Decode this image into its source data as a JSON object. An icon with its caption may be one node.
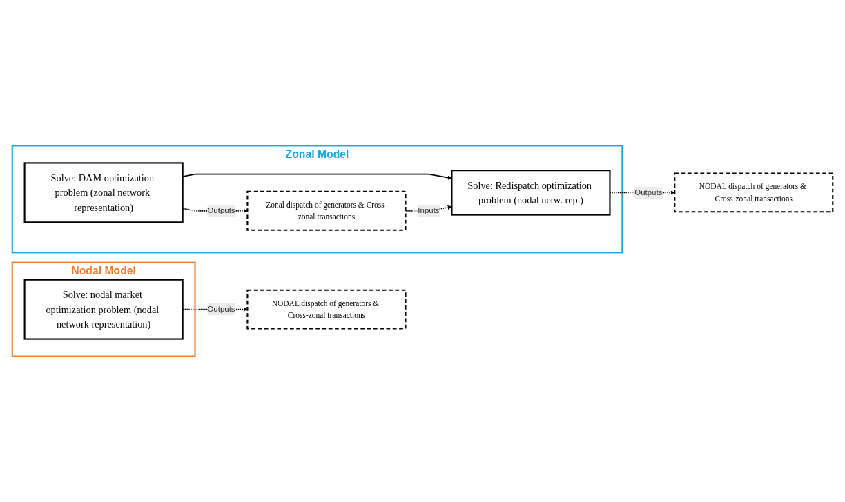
{
  "diagram": {
    "nodes": [
      {
        "text": [
          "Nodal Model"
        ]
      },
      {
        "text": [
          "Solve: nodal market optimization problem (nodal network representation)"
        ],
        "in": 0
      },
      {
        "text": [
          "NODAL dispatch of generators & Cross-zonal transactions"
        ]
      },
      {
        "text": [
          "Zonal Model"
        ]
      },
      {
        "text": [
          "Solve: DAM optimization problem (zonal network representation)"
        ],
        "in": 3
      },
      {
        "text": [
          "Solve: Redispatch optimization problem (nodal netw. rep.)"
        ],
        "in": 3
      },
      {
        "text": [
          "Zonal dispatch of generators & Cross-zonal transactions"
        ],
        "in": 3
      },
      {
        "text": [
          "NODAL dispatch of generators & Cross-zonal transactions"
        ]
      }
    ],
    "edges": [
      {
        "from": 1,
        "to": 2,
        "arrow": "to",
        "label": "Outputs",
        "style": "dashed"
      },
      {
        "from": 4,
        "to": 5,
        "arrow": "to"
      },
      {
        "from": 4,
        "to": 6,
        "arrow": "to",
        "label": "Outputs",
        "style": "dashed"
      },
      {
        "from": 6,
        "to": 5,
        "arrow": "to",
        "label": "Inputs",
        "style": "dashed"
      },
      {
        "from": 5,
        "to": 7,
        "arrow": "to",
        "label": "Outputs",
        "style": "dashed"
      }
    ]
  }
}
